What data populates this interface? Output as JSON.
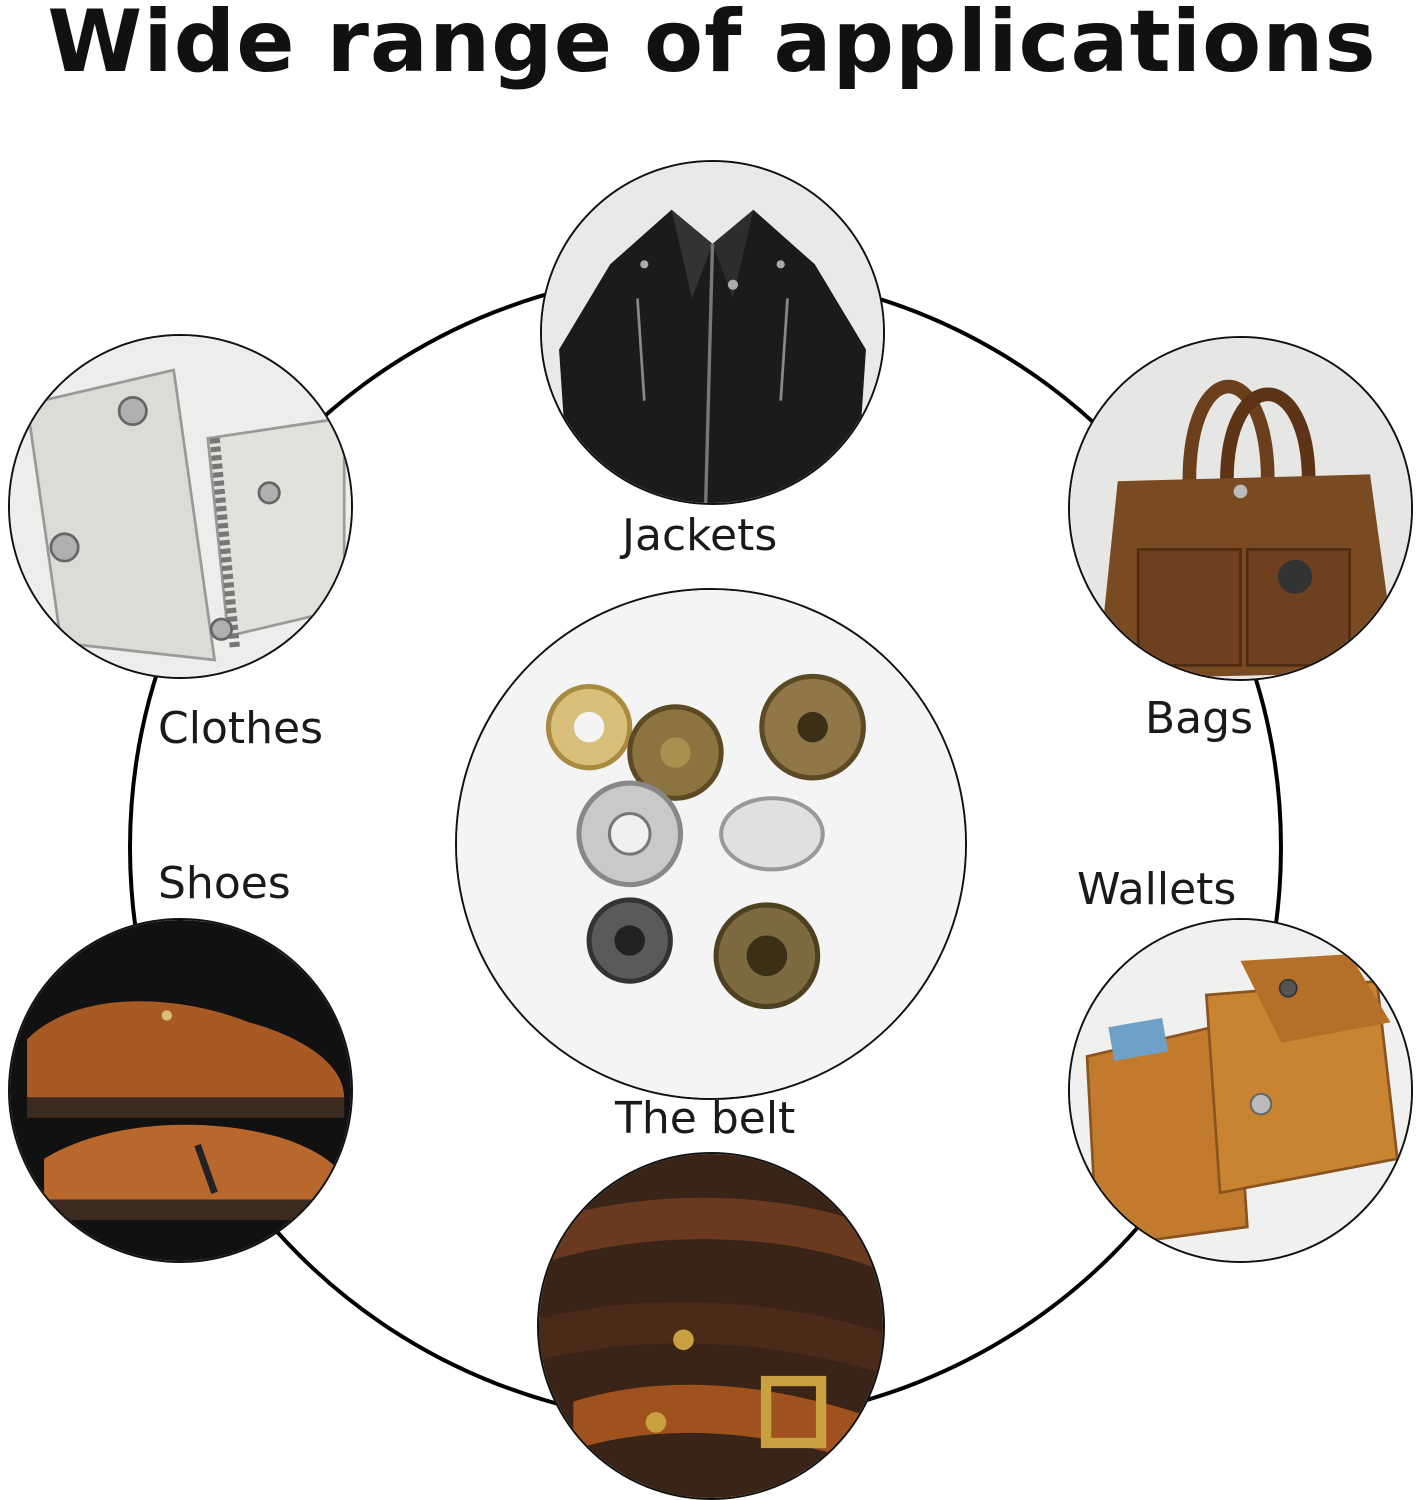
{
  "title": "Wide range of applications",
  "labels": {
    "jackets": "Jackets",
    "bags": "Bags",
    "clothes": "Clothes",
    "shoes": "Shoes",
    "wallets": "Wallets",
    "belt": "The belt"
  },
  "colors": {
    "ring": "#000000",
    "leather_brown": "#7a4a22",
    "leather_tan": "#c27a2e",
    "jacket_black": "#1a1a1a",
    "brass": "#8c7440"
  }
}
